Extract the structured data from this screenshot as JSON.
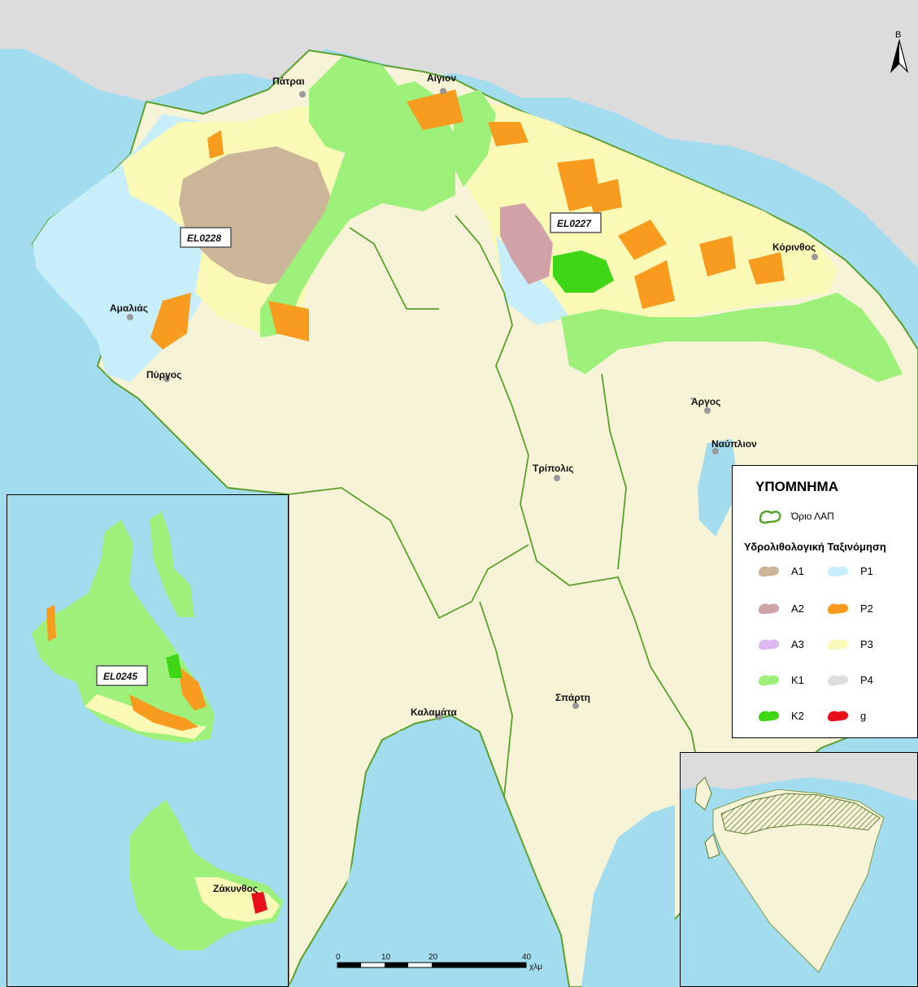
{
  "map": {
    "cities": [
      {
        "name": "Πάτραι"
      },
      {
        "name": "Αίγιον"
      },
      {
        "name": "Κόρινθος"
      },
      {
        "name": "Αμαλιάς"
      },
      {
        "name": "Πύργος"
      },
      {
        "name": "Άργος"
      },
      {
        "name": "Ναύπλιον"
      },
      {
        "name": "Τρίπολις"
      },
      {
        "name": "Σπάρτη"
      },
      {
        "name": "Καλαμάτα"
      },
      {
        "name": "Ζάκυνθος"
      }
    ],
    "basin_codes": [
      "EL0228",
      "EL0227",
      "EL0245"
    ]
  },
  "legend": {
    "title": "ΥΠΟΜΝΗΜΑ",
    "boundary_label": "Όριο ΛΑΠ",
    "subtitle": "Υδρολιθολογική Ταξινόμηση",
    "items": [
      {
        "code": "A1",
        "color": "#cbb69a"
      },
      {
        "code": "P1",
        "color": "#c8eefa"
      },
      {
        "code": "A2",
        "color": "#d0a1a6"
      },
      {
        "code": "P2",
        "color": "#f79c1e"
      },
      {
        "code": "A3",
        "color": "#dcb7f0"
      },
      {
        "code": "P3",
        "color": "#fbf9b6"
      },
      {
        "code": "K1",
        "color": "#9df07a"
      },
      {
        "code": "P4",
        "color": "#dedede"
      },
      {
        "code": "K2",
        "color": "#3ed616"
      },
      {
        "code": "g",
        "color": "#e8101a"
      }
    ]
  },
  "scale": {
    "ticks": [
      "0",
      "10",
      "20",
      "40"
    ],
    "unit": "χλμ"
  },
  "north_label": "Β",
  "colors": {
    "sea": "#a3dcef",
    "land": "#f7f3d6",
    "other_land": "#dcdcdc",
    "boundary": "#5aa02c"
  }
}
